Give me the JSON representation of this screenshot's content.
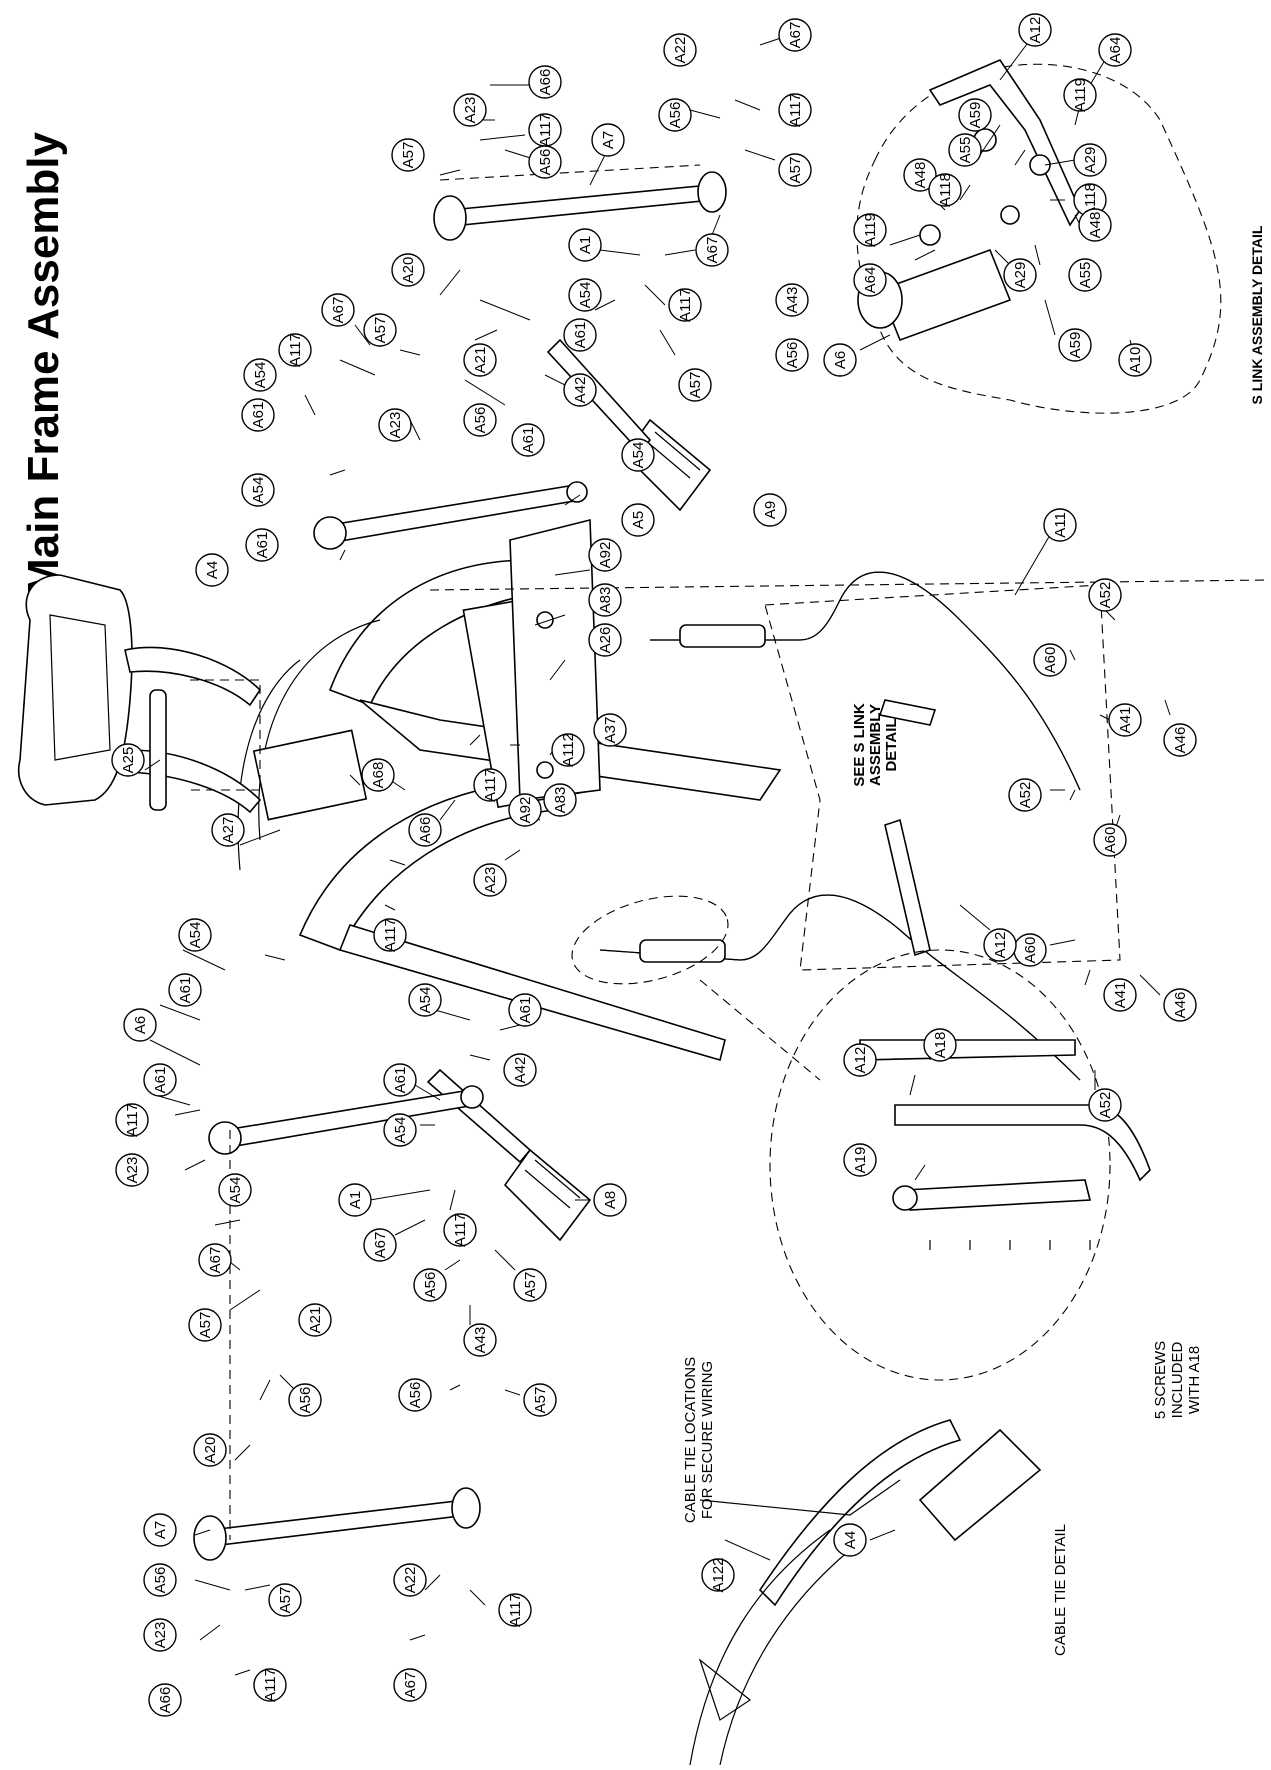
{
  "page": {
    "title": "Main Frame Assembly"
  },
  "notes": {
    "see_s_link": [
      "SEE S LINK",
      "ASSEMBLY",
      "DETAIL"
    ],
    "s_link_detail": "S LINK ASSEMBLY DETAIL",
    "cable_tie_locations": [
      "CABLE TIE LOCATIONS",
      "FOR SECURE WIRING"
    ],
    "cable_tie_detail": "CABLE TIE DETAIL",
    "screws": [
      "5 SCREWS",
      "INCLUDED",
      "WITH A18"
    ]
  },
  "callouts": {
    "c1": "A66",
    "c2": "A23",
    "c3": "A117",
    "c4": "A57",
    "c5": "A56",
    "c6": "A7",
    "c7": "A67",
    "c8": "A22",
    "c9": "A117",
    "c10": "A56",
    "c11": "A57",
    "c12": "A1",
    "c13": "A67",
    "c14": "A54",
    "c15": "A117",
    "c16": "A43",
    "c17": "A61",
    "c18": "A56",
    "c19": "A42",
    "c20": "A57",
    "c21": "A61",
    "c22": "A54",
    "c23": "A5",
    "c24": "A9",
    "c25": "A20",
    "c26": "A21",
    "c27": "A57",
    "c28": "A56",
    "c29": "A67",
    "c30": "A117",
    "c31": "A23",
    "c32": "A54",
    "c33": "A61",
    "c34": "A54",
    "c35": "A61",
    "c36": "A4",
    "c37": "A92",
    "c38": "A83",
    "c39": "A26",
    "c40": "A37",
    "c41": "A112",
    "c42": "A83",
    "c43": "A92",
    "c44": "A117",
    "c45": "A23",
    "c46": "A66",
    "c47": "A68",
    "c48": "A27",
    "c49": "A25",
    "c50": "A117",
    "c51": "A54",
    "c52": "A61",
    "c53": "A6",
    "c54": "A61",
    "c55": "A117",
    "c56": "A23",
    "c57": "A54",
    "c58": "A67",
    "c59": "A21",
    "c60": "A57",
    "c61": "A56",
    "c62": "A20",
    "c63": "A7",
    "c64": "A56",
    "c65": "A57",
    "c66": "A23",
    "c67": "A117",
    "c68": "A66",
    "c69": "A54",
    "c70": "A61",
    "c71": "A42",
    "c72": "A61",
    "c73": "A54",
    "c74": "A1",
    "c75": "A117",
    "c76": "A67",
    "c77": "A8",
    "c78": "A57",
    "c79": "A56",
    "c80": "A43",
    "c81": "A56",
    "c82": "A57",
    "c83": "A22",
    "c84": "A117",
    "c85": "A67",
    "c86": "A11",
    "c87": "A52",
    "c88": "A60",
    "c89": "A41",
    "c90": "A46",
    "c91": "A52",
    "c92": "A60",
    "c93": "A60",
    "c94": "A41",
    "c95": "A46",
    "c96": "A52",
    "c97": "A12",
    "c98": "A18",
    "c99": "A12",
    "c100": "A19",
    "c101": "A4",
    "c102": "A122",
    "c103": "A12",
    "c104": "A64",
    "c105": "A119",
    "c106": "A59",
    "c107": "A29",
    "c108": "A55",
    "c109": "A48",
    "c110": "A118",
    "c111": "A118",
    "c112": "A119",
    "c113": "A48",
    "c114": "A64",
    "c115": "A29",
    "c116": "A55",
    "c117": "A59",
    "c118": "A6",
    "c119": "A10"
  }
}
